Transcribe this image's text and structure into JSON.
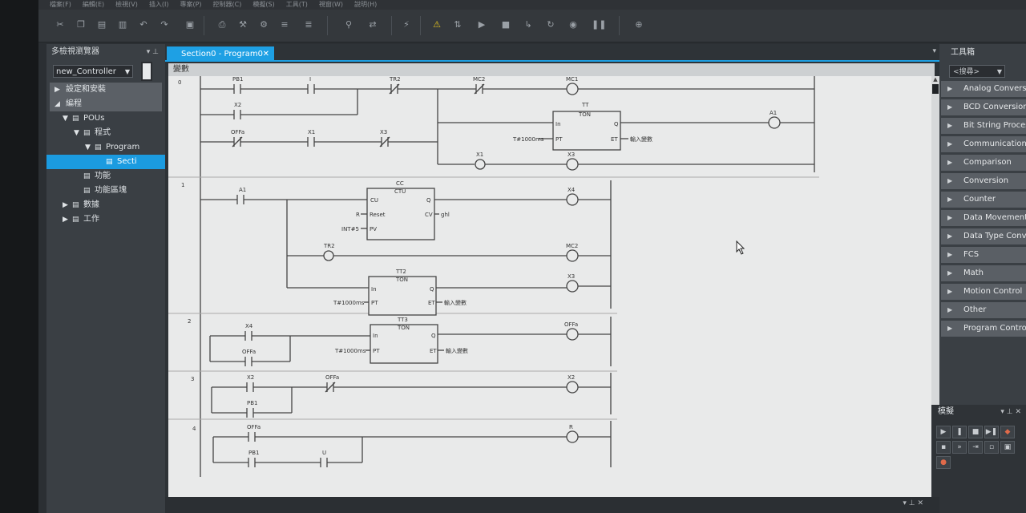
{
  "window": {
    "menu": [
      "檔案(F)",
      "編輯(E)",
      "檢視(V)",
      "插入(I)",
      "專案(P)",
      "控制器(C)",
      "模擬(S)",
      "工具(T)",
      "視窗(W)",
      "說明(H)"
    ]
  },
  "left_pane": {
    "title": "多檢視瀏覽器",
    "pin": "▾ ⊥",
    "controller": "new_Controller",
    "tree": [
      {
        "label": "設定和安裝",
        "indent": 0,
        "twisty": "▶",
        "style": "bar"
      },
      {
        "label": "編程",
        "indent": 0,
        "twisty": "◢",
        "style": "bar"
      },
      {
        "label": "POUs",
        "indent": 1,
        "twisty": "▼",
        "icon": "pou-folder-icon"
      },
      {
        "label": "程式",
        "indent": 2,
        "twisty": "▼",
        "icon": "program-folder-icon"
      },
      {
        "label": "Program",
        "indent": 3,
        "twisty": "▼",
        "icon": "program-icon"
      },
      {
        "label": "Secti",
        "indent": 4,
        "twisty": "",
        "icon": "section-icon",
        "style": "sel"
      },
      {
        "label": "功能",
        "indent": 2,
        "twisty": "",
        "icon": "function-icon"
      },
      {
        "label": "功能區塊",
        "indent": 2,
        "twisty": "",
        "icon": "function-block-icon"
      },
      {
        "label": "數據",
        "indent": 1,
        "twisty": "▶",
        "icon": "data-icon"
      },
      {
        "label": "工作",
        "indent": 1,
        "twisty": "▶",
        "icon": "task-icon"
      }
    ]
  },
  "editor": {
    "tab_label": "Section0 - Program0",
    "tab_close": "✕",
    "tab_menu": "▾",
    "variables_bar": "變數"
  },
  "ladder": {
    "rung_numbers": [
      "0",
      "1",
      "2",
      "3",
      "4"
    ],
    "labels": {
      "PB1": "PB1",
      "I": "I",
      "TR2": "TR2",
      "MC2": "MC2",
      "MC1": "MC1",
      "X2": "X2",
      "TT": "TT",
      "TON": "TON",
      "in": "In",
      "Q": "Q",
      "A1": "A1",
      "OFFa": "OFFa",
      "X1": "X1",
      "X3": "X3",
      "PT": "PT",
      "ET": "ET",
      "T1000ms": "T#1000ms",
      "et_comment": "輸入變數",
      "CC": "CC",
      "CTU": "CTU",
      "CU": "CU",
      "R": "R",
      "Reset": "Reset",
      "CV": "CV",
      "ghl": "ghl",
      "INT5": "INT#5",
      "PV": "PV",
      "X4": "X4",
      "TT2": "TT2",
      "TT3": "TT3",
      "U": "U"
    }
  },
  "right_pane": {
    "title": "工具箱",
    "search": "<搜尋>",
    "categories": [
      "Analog Conversion",
      "BCD Conversion",
      "Bit String Processing",
      "Communications",
      "Comparison",
      "Conversion",
      "Counter",
      "Data Movement",
      "Data Type Conversion",
      "FCS",
      "Math",
      "Motion Control",
      "Other",
      "Program Control"
    ]
  },
  "vars_pane": {
    "title": "模擬",
    "pin": "▾ ⊥ ✕"
  }
}
